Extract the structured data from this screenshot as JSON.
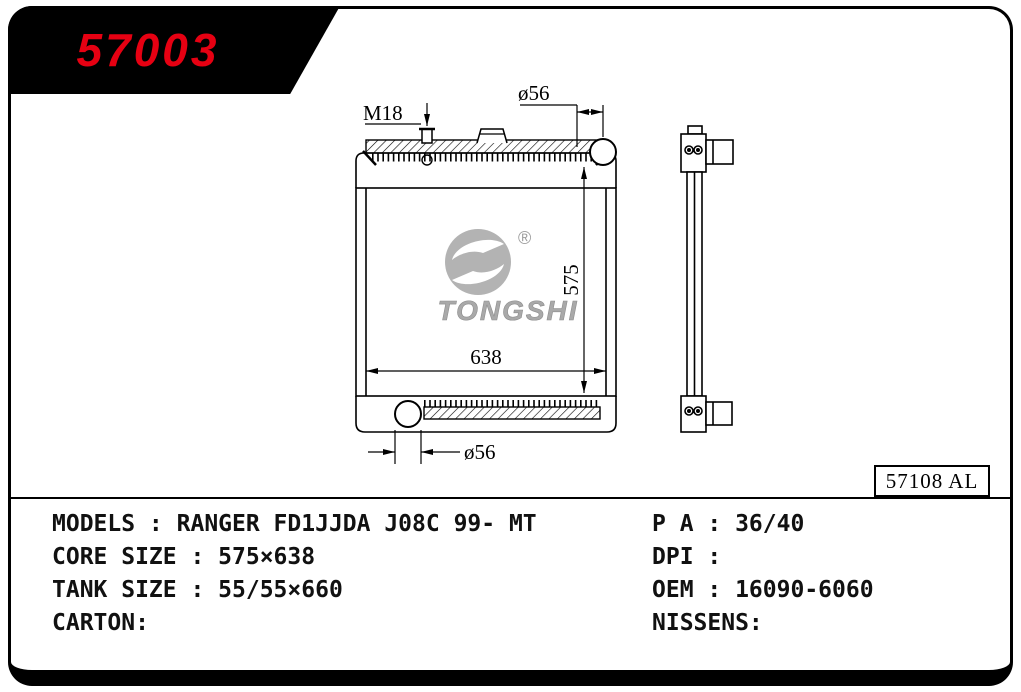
{
  "banner": {
    "part_number": "57003"
  },
  "colors": {
    "part_number_red": "#e60012",
    "watermark_gray": "#a9a9a9"
  },
  "drawing": {
    "dim_thread": "M18",
    "dim_top_port": "ø56",
    "dim_height": "575",
    "dim_width": "638",
    "dim_bottom_port": "ø56",
    "watermark": {
      "brand": "TONGSHI",
      "registered": "®"
    }
  },
  "code_box": {
    "text": "57108 AL"
  },
  "specs": {
    "left": [
      "MODELS : RANGER FD1JJDA J08C 99- MT",
      "CORE SIZE : 575×638",
      "TANK SIZE : 55/55×660",
      "CARTON:"
    ],
    "right": [
      "P A : 36/40",
      "DPI :",
      "OEM : 16090-6060",
      "NISSENS:"
    ]
  }
}
